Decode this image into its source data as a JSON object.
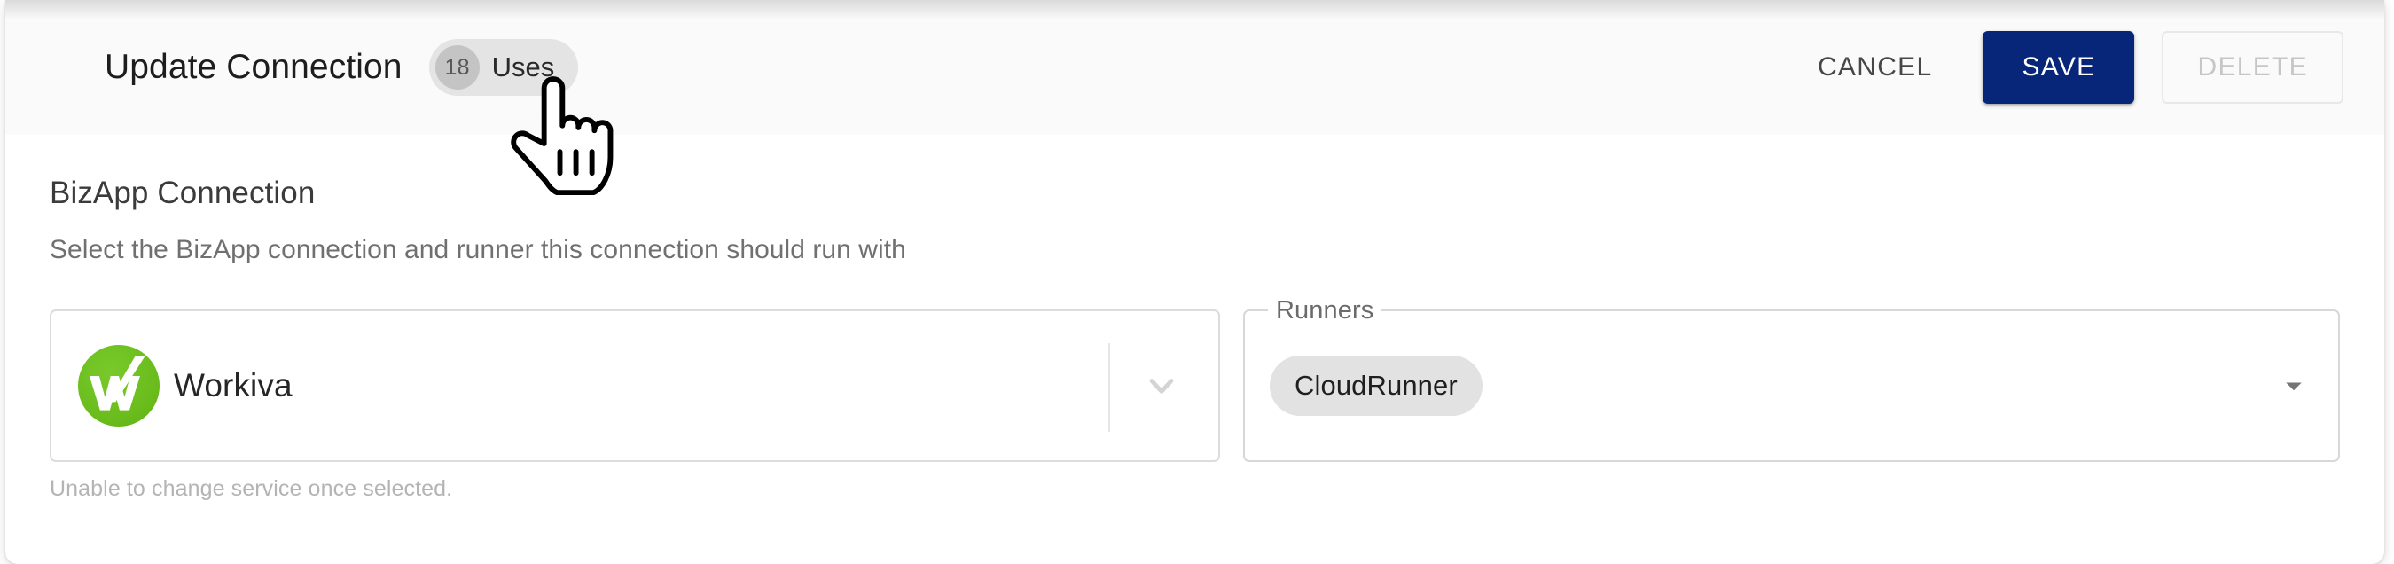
{
  "header": {
    "title": "Update Connection",
    "uses_badge": {
      "count": "18",
      "label": "Uses"
    },
    "actions": {
      "cancel_label": "CANCEL",
      "save_label": "SAVE",
      "delete_label": "DELETE"
    }
  },
  "body": {
    "section_title": "BizApp Connection",
    "section_subtitle": "Select the BizApp connection and runner this connection should run with",
    "service_field": {
      "selected_service": "Workiva",
      "helper_text": "Unable to change service once selected.",
      "chevron_icon": "chevron-down-icon"
    },
    "runners_field": {
      "legend": "Runners",
      "selected_chip": "CloudRunner",
      "dropdown_icon": "arrow-drop-down-icon"
    }
  },
  "cursor": {
    "icon": "pointing-hand-cursor"
  },
  "colors": {
    "save_button_bg": "#072579",
    "save_button_text": "#ffffff",
    "cancel_text": "#474747",
    "delete_text": "#c6c6c6",
    "delete_border": "#e8e8e8",
    "header_bg": "#fafafa",
    "body_bg": "#ffffff",
    "workiva_green": "#6abd1c",
    "chip_bg": "#e2e2e2",
    "badge_bg": "#e4e4e4",
    "badge_avatar_bg": "#c4c4c4",
    "section_title_text": "#3b3b3b",
    "subtitle_text": "#707070",
    "helper_text": "#b4b4b4",
    "field_border": "#dcdcdc"
  }
}
